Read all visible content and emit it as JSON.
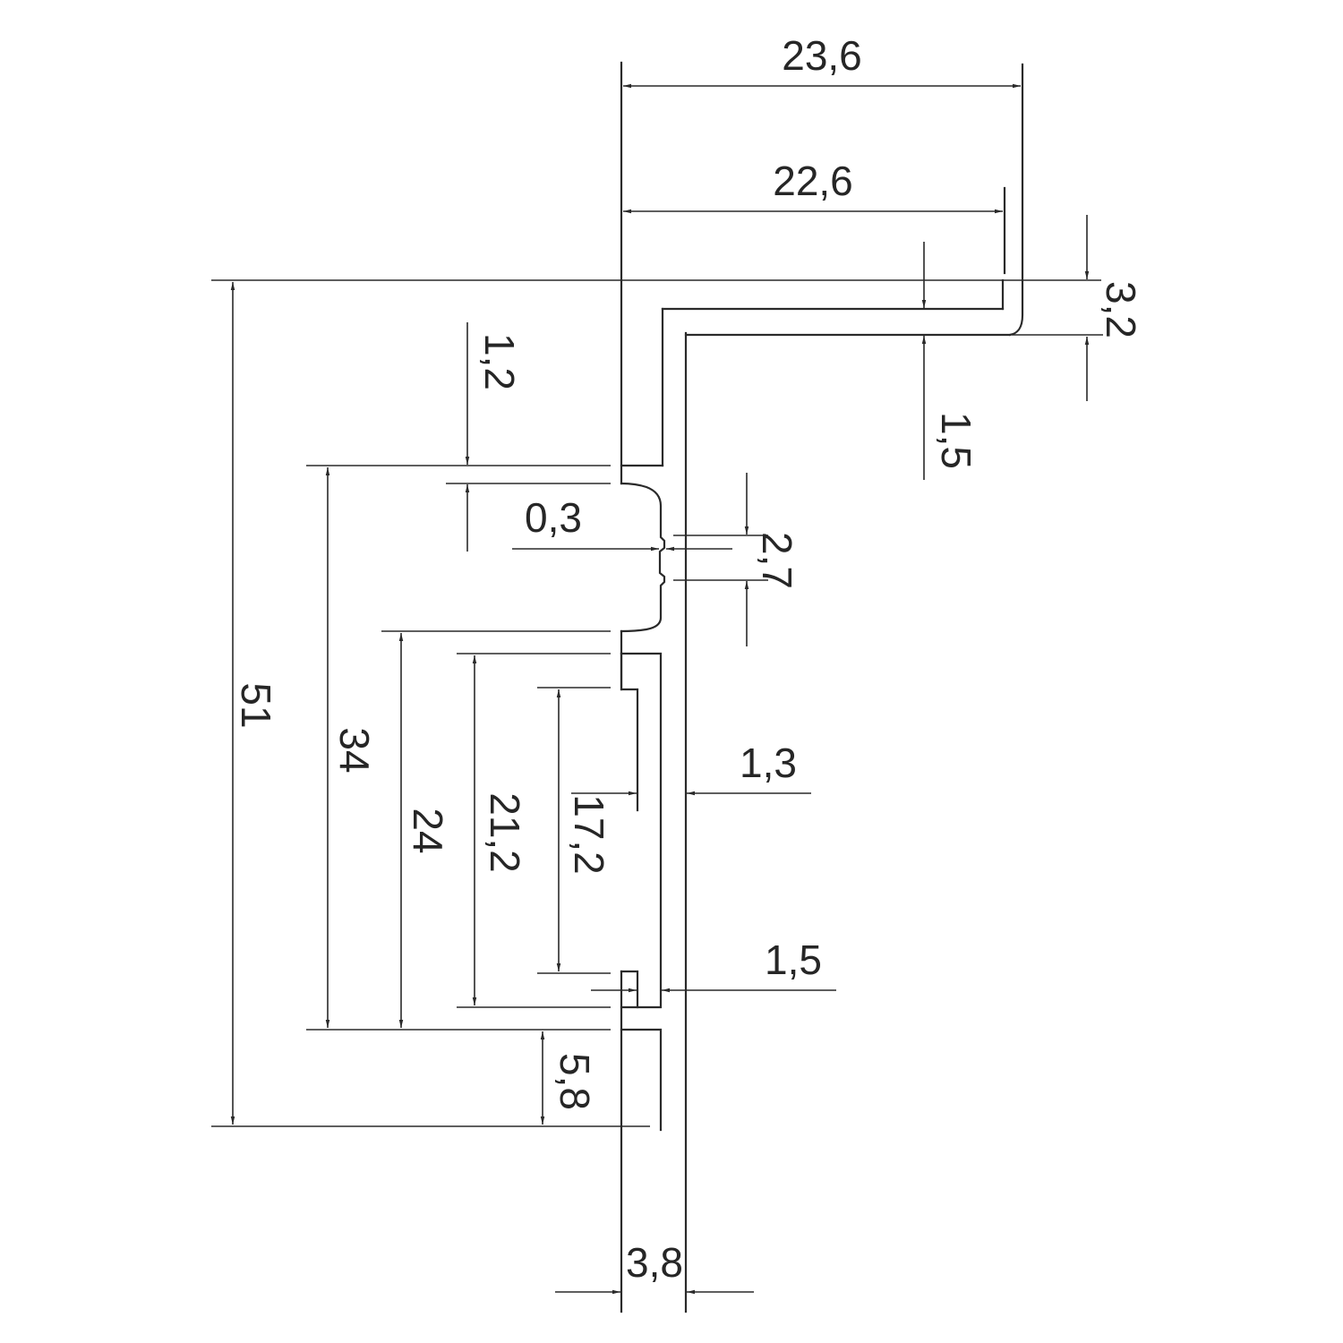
{
  "drawing": {
    "type": "profile dimension drawing",
    "ink_color": "#2a2a2a",
    "background": "#ffffff"
  },
  "dimensions": {
    "top_width_outer": "23,6",
    "top_width_inner": "22,6",
    "lip_height": "3,2",
    "flange_thickness": "1,5",
    "step_offset": "1,2",
    "notch_depth": "0,3",
    "groove_width": "2,7",
    "total_height": "51",
    "outer_channel_height": "34",
    "inner_channel_height": "24",
    "slot_height": "21,2",
    "slot_opening": "17,2",
    "web_gap": "1,3",
    "inner_wall": "1,5",
    "bottom_offset": "5,8",
    "web_thickness": "3,8"
  }
}
